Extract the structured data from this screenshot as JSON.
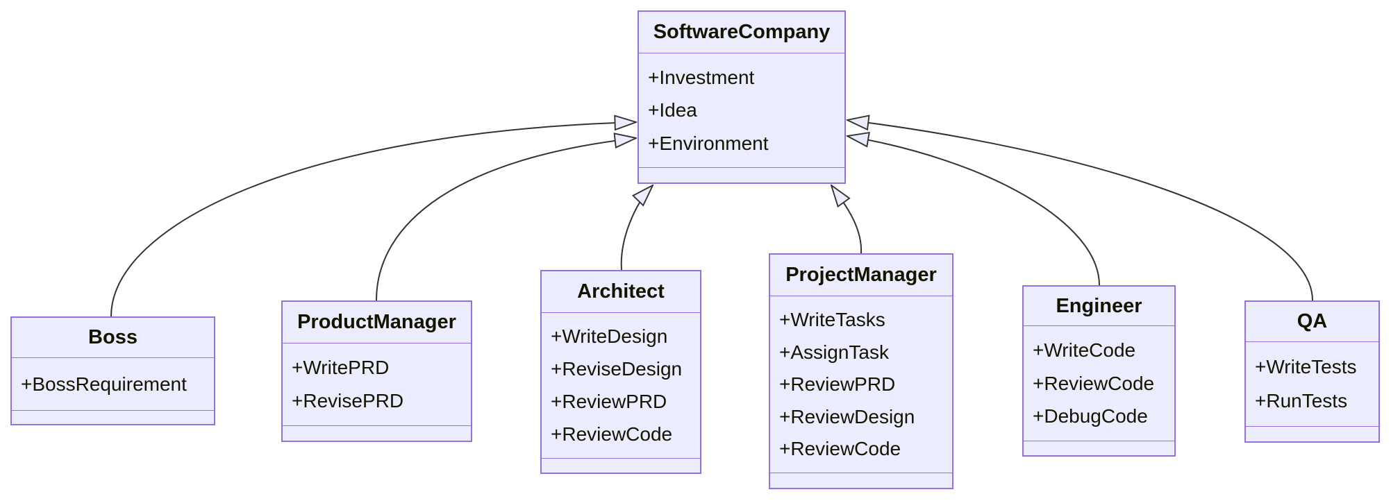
{
  "diagram_type": "uml-class-diagram",
  "colors": {
    "background": "#FFFFFF",
    "node_fill": "#ECECFF",
    "node_border": "#9370DB",
    "edge_line": "#333333",
    "text": "#131300"
  },
  "classes": [
    {
      "name": "SoftwareCompany",
      "attributes": [
        "+Investment",
        "+Idea",
        "+Environment"
      ],
      "methods": []
    },
    {
      "name": "Boss",
      "attributes": [
        "+BossRequirement"
      ],
      "methods": []
    },
    {
      "name": "ProductManager",
      "attributes": [
        "+WritePRD",
        "+RevisePRD"
      ],
      "methods": []
    },
    {
      "name": "Architect",
      "attributes": [
        "+WriteDesign",
        "+ReviseDesign",
        "+ReviewPRD",
        "+ReviewCode"
      ],
      "methods": []
    },
    {
      "name": "ProjectManager",
      "attributes": [
        "+WriteTasks",
        "+AssignTask",
        "+ReviewPRD",
        "+ReviewDesign",
        "+ReviewCode"
      ],
      "methods": []
    },
    {
      "name": "Engineer",
      "attributes": [
        "+WriteCode",
        "+ReviewCode",
        "+DebugCode"
      ],
      "methods": []
    },
    {
      "name": "QA",
      "attributes": [
        "+WriteTests",
        "+RunTests"
      ],
      "methods": []
    }
  ],
  "relations": [
    {
      "from": "Boss",
      "to": "SoftwareCompany",
      "type": "inheritance"
    },
    {
      "from": "ProductManager",
      "to": "SoftwareCompany",
      "type": "inheritance"
    },
    {
      "from": "Architect",
      "to": "SoftwareCompany",
      "type": "inheritance"
    },
    {
      "from": "ProjectManager",
      "to": "SoftwareCompany",
      "type": "inheritance"
    },
    {
      "from": "Engineer",
      "to": "SoftwareCompany",
      "type": "inheritance"
    },
    {
      "from": "QA",
      "to": "SoftwareCompany",
      "type": "inheritance"
    }
  ]
}
